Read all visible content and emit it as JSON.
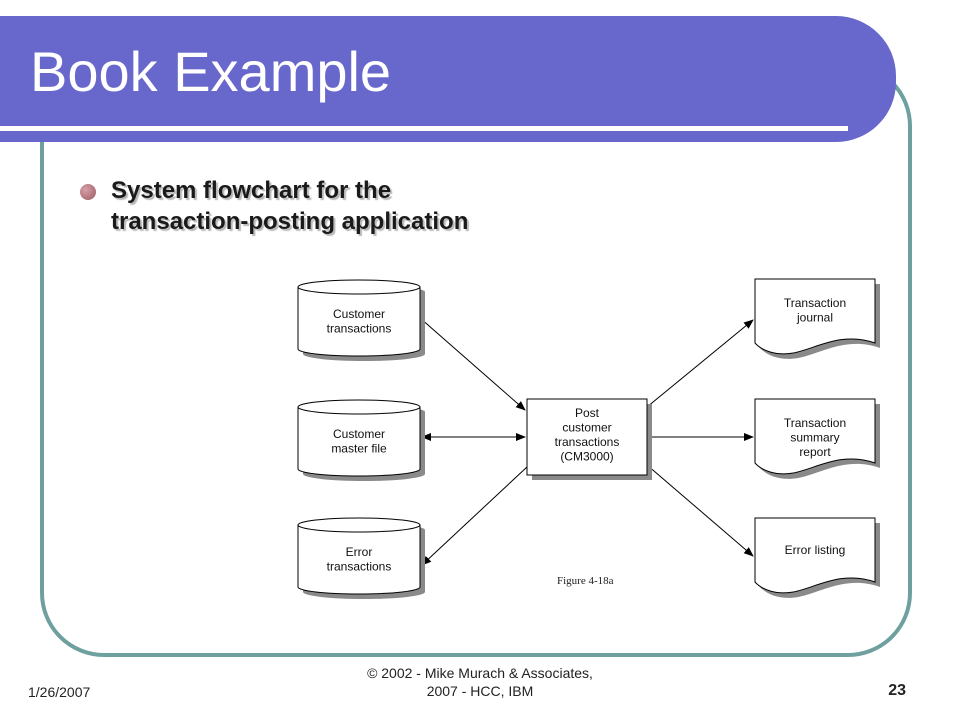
{
  "slide": {
    "title": "Book Example",
    "bullet": "System flowchart for the transaction-posting application"
  },
  "diagram": {
    "nodes": [
      {
        "id": "customer-transactions",
        "kind": "disk",
        "lines": [
          "Customer",
          "transactions"
        ]
      },
      {
        "id": "customer-master-file",
        "kind": "disk",
        "lines": [
          "Customer",
          "master file"
        ]
      },
      {
        "id": "error-transactions",
        "kind": "disk",
        "lines": [
          "Error",
          "transactions"
        ]
      },
      {
        "id": "post-customer-transactions",
        "kind": "process",
        "lines": [
          "Post",
          "customer",
          "transactions",
          "(CM3000)"
        ]
      },
      {
        "id": "transaction-journal",
        "kind": "document",
        "lines": [
          "Transaction",
          "journal"
        ]
      },
      {
        "id": "transaction-summary-report",
        "kind": "document",
        "lines": [
          "Transaction",
          "summary",
          "report"
        ]
      },
      {
        "id": "error-listing",
        "kind": "document",
        "lines": [
          "Error listing"
        ]
      }
    ],
    "edges": [
      {
        "from": "customer-transactions",
        "to": "post-customer-transactions",
        "bidirectional": false
      },
      {
        "from": "post-customer-transactions",
        "to": "customer-master-file",
        "bidirectional": true
      },
      {
        "from": "post-customer-transactions",
        "to": "error-transactions",
        "bidirectional": false
      },
      {
        "from": "post-customer-transactions",
        "to": "transaction-journal",
        "bidirectional": false
      },
      {
        "from": "post-customer-transactions",
        "to": "transaction-summary-report",
        "bidirectional": false
      },
      {
        "from": "post-customer-transactions",
        "to": "error-listing",
        "bidirectional": false
      }
    ],
    "caption": "Figure 4-18a"
  },
  "footer": {
    "date": "1/26/2007",
    "copyright_line1": "© 2002 - Mike Murach & Associates,",
    "copyright_line2": "2007 - HCC, IBM",
    "page": "23"
  },
  "colors": {
    "title_band": "#6868cc",
    "frame_border": "#6fa0a0",
    "bullet": "#a8606a"
  }
}
